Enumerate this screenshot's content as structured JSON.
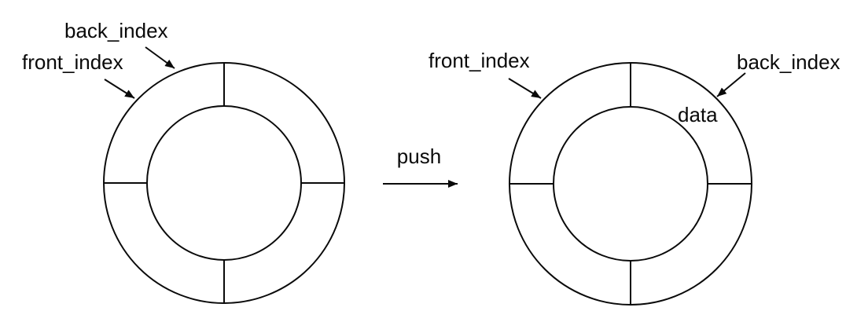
{
  "figure": {
    "background_color": "#ffffff",
    "stroke_color": "#0a0a0a",
    "description_type": "circular-buffer-push-diagram",
    "left_buffer": {
      "segments": 4,
      "labels": {
        "back_index": "back_index",
        "front_index": "front_index"
      }
    },
    "operation": {
      "label": "push"
    },
    "right_buffer": {
      "segments": 4,
      "labels": {
        "front_index": "front_index",
        "back_index": "back_index",
        "data": "data"
      }
    }
  }
}
